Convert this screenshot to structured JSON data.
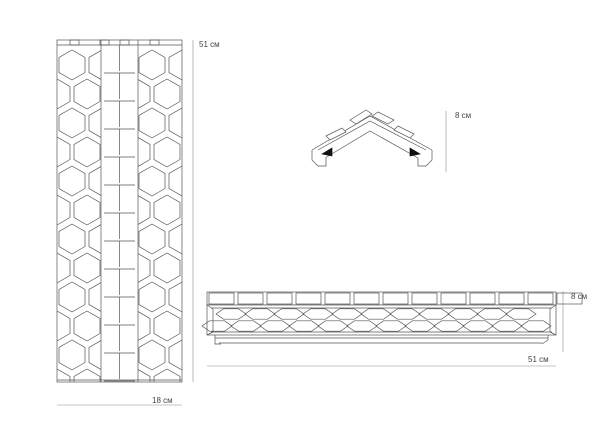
{
  "dimensions": {
    "top_view_height": "51 см",
    "top_view_width": "18 см",
    "cap_height": "8 см",
    "side_view_height": "8 см",
    "side_view_width": "51 см"
  },
  "colors": {
    "line": "#555555",
    "dim_line": "#8a8a8a",
    "fill": "#ffffff",
    "accent_black": "#111111"
  }
}
